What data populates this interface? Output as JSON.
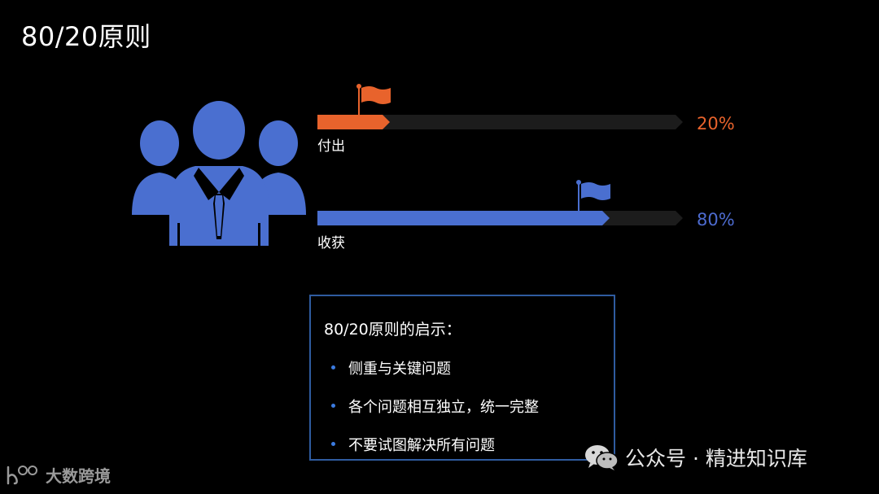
{
  "slide": {
    "title": "80/20原则"
  },
  "bars": [
    {
      "label": "付出",
      "percent_text": "20%",
      "value": 0.2,
      "color": "#e8632c"
    },
    {
      "label": "收获",
      "percent_text": "80%",
      "value": 0.8,
      "color": "#4a6fd0"
    }
  ],
  "insights": {
    "title": "80/20原则的启示：",
    "items": [
      "侧重与关键问题",
      "各个问题相互独立，统一完整",
      "不要试图解决所有问题"
    ]
  },
  "watermark": {
    "text": "公众号 · 精进知识库",
    "icon": "wechat-icon"
  },
  "brand": {
    "text": "大数跨境",
    "icon": "brand-logo-icon"
  },
  "colors": {
    "background": "#000000",
    "accent_orange": "#e8632c",
    "accent_blue": "#4a6fd0",
    "track": "#1c1c1c",
    "box_border": "#2f5ca0"
  }
}
